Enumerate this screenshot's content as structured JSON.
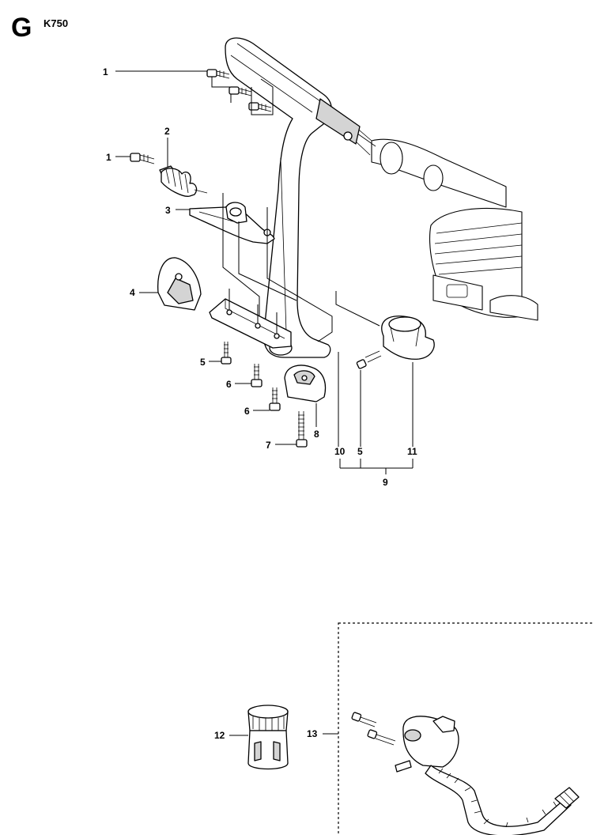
{
  "header": {
    "section_letter": "G",
    "model": "K750"
  },
  "callouts": [
    {
      "id": "c1a",
      "label": "1"
    },
    {
      "id": "c1b",
      "label": "1"
    },
    {
      "id": "c2",
      "label": "2"
    },
    {
      "id": "c3",
      "label": "3"
    },
    {
      "id": "c4",
      "label": "4"
    },
    {
      "id": "c5a",
      "label": "5"
    },
    {
      "id": "c6a",
      "label": "6"
    },
    {
      "id": "c6b",
      "label": "6"
    },
    {
      "id": "c7",
      "label": "7"
    },
    {
      "id": "c8",
      "label": "8"
    },
    {
      "id": "c10",
      "label": "10"
    },
    {
      "id": "c5b",
      "label": "5"
    },
    {
      "id": "c11",
      "label": "11"
    },
    {
      "id": "c9",
      "label": "9"
    },
    {
      "id": "c12",
      "label": "12"
    },
    {
      "id": "c13",
      "label": "13"
    }
  ]
}
